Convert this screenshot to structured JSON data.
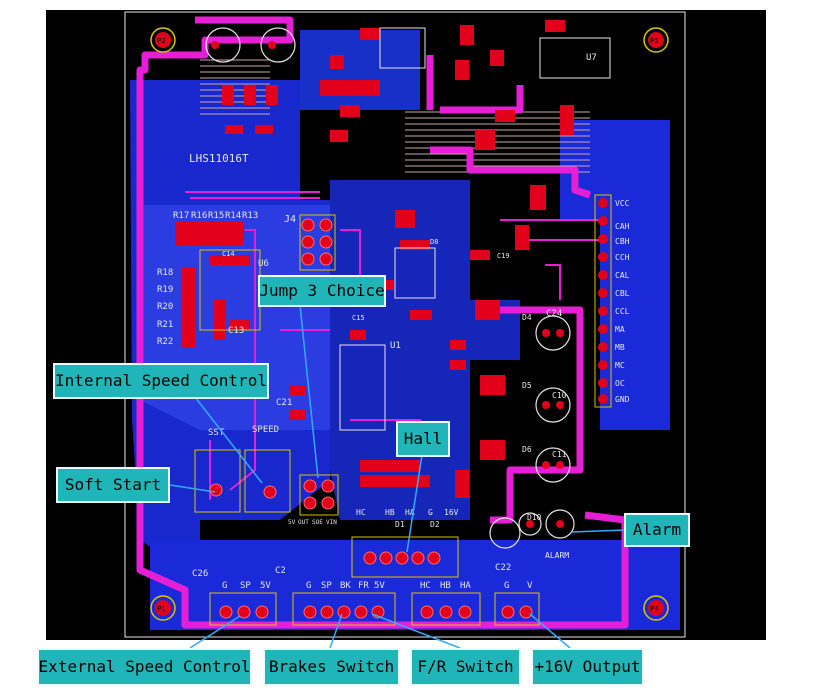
{
  "board": {
    "title": "LHS11016T",
    "mount_holes": [
      "P2",
      "P5",
      "P1",
      "P4"
    ],
    "chips": {
      "u1": "U1",
      "u6": "U6",
      "u7": "U7",
      "j4": "J4"
    },
    "resistors_top": [
      "R17",
      "R16",
      "R15",
      "R14",
      "R13"
    ],
    "resistors_left": [
      "R18",
      "R19",
      "R20",
      "R21",
      "R22"
    ],
    "caps": {
      "c13": "C13",
      "c14": "C14",
      "c21": "C21",
      "c24": "C24",
      "c10": "C10",
      "c11": "C11",
      "c26": "C26",
      "c2": "C2",
      "c22": "C22",
      "c19": "C19",
      "c15": "C15"
    },
    "diodes": {
      "d10": "D10",
      "d4": "D4",
      "d5": "D5",
      "d6": "D6",
      "d8": "D8",
      "d1": "D1",
      "d2": "D2"
    },
    "pots": {
      "sst": "SST",
      "speed": "SPEED"
    },
    "right_header": [
      "VCC",
      "CAH",
      "CBH",
      "CCH",
      "CAL",
      "CBL",
      "CCL",
      "MA",
      "MB",
      "MC",
      "OC",
      "GND"
    ],
    "hall_header": [
      "HC",
      "HB",
      "HA",
      "G",
      "16V"
    ],
    "j_small": [
      "5V",
      "OUT",
      "SOE",
      "VIN"
    ],
    "bottom_connectors": {
      "speed": [
        "G",
        "SP",
        "5V"
      ],
      "brake_fr": [
        "G",
        "SP",
        "BK",
        "FR",
        "5V"
      ],
      "hall": [
        "HC",
        "HB",
        "HA"
      ],
      "power": [
        "G",
        "V"
      ]
    },
    "alarm_label": "ALARM"
  },
  "callouts": {
    "jump3": "Jump 3 Choice",
    "internal_speed": "Internal Speed Control",
    "soft_start": "Soft Start",
    "hall": "Hall",
    "alarm": "Alarm",
    "external_speed": "External Speed Control",
    "brakes": "Brakes Switch",
    "fr": "F/R Switch",
    "output16v": "+16V Output"
  },
  "colors": {
    "board_bg": "#000000",
    "copper_blue": "#1a2ad8",
    "trace_magenta": "#e61fd6",
    "pad_red": "#e3001b",
    "silk_white": "#e6e6e6",
    "outline_yellow": "#d9c400",
    "callout_teal": "#20b6b9",
    "leader_line": "#33aaff"
  }
}
